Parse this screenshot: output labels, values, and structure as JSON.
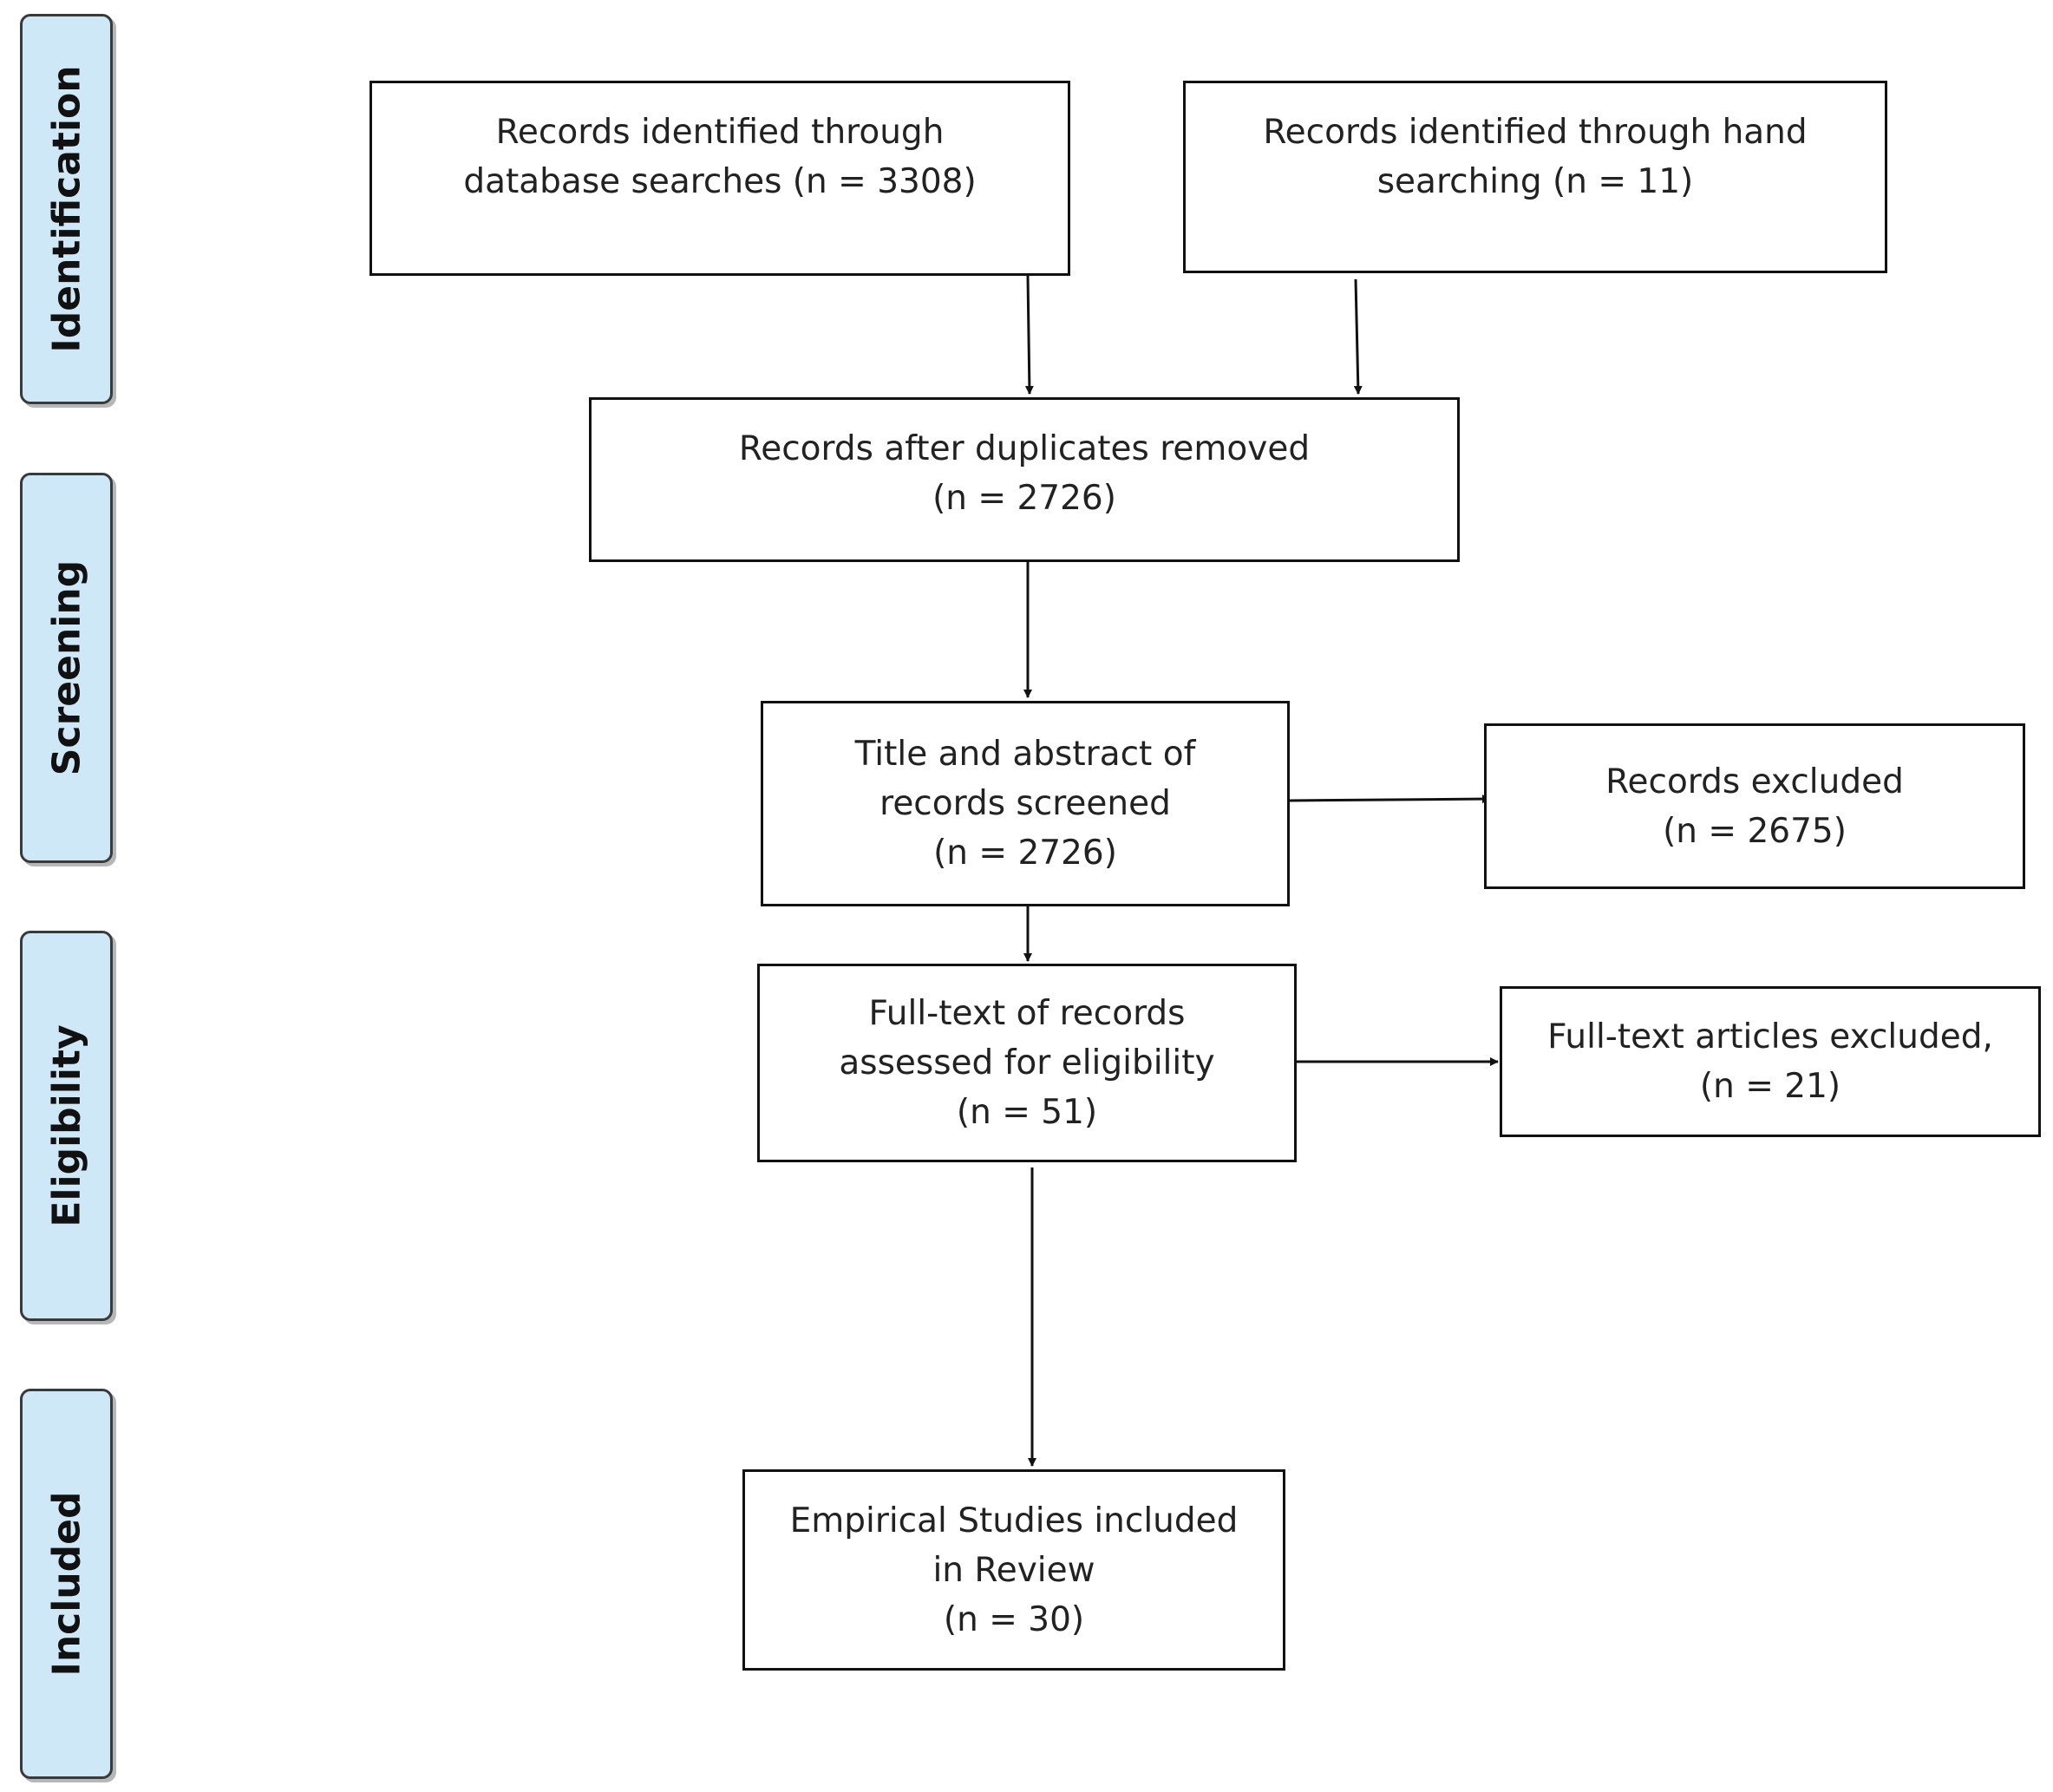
{
  "stages": {
    "identification": "Identification",
    "screening": "Screening",
    "eligibility": "Eligibility",
    "included": "Included"
  },
  "boxes": {
    "database_search": {
      "line1": "Records identified through",
      "line2": "database searches (n = 3308)"
    },
    "hand_search": {
      "line1": "Records identified through hand",
      "line2": "searching (n = 11)"
    },
    "duplicates_removed": {
      "line1": "Records after duplicates removed",
      "line2": "(n = 2726)"
    },
    "screened": {
      "line1": "Title and abstract of",
      "line2": "records screened",
      "line3": "(n = 2726)"
    },
    "excluded": {
      "line1": "Records excluded",
      "line2": "(n = 2675)"
    },
    "full_text": {
      "line1": "Full-text of records",
      "line2": "assessed for eligibility",
      "line3": "(n = 51)"
    },
    "full_text_excluded": {
      "line1": "Full-text articles excluded,",
      "line2": "(n = 21)"
    },
    "included_studies": {
      "line1": "Empirical Studies included",
      "line2": "in Review",
      "line3": "(n = 30)"
    }
  },
  "colors": {
    "stage_fill": "#cfe8f8",
    "stage_border": "#3a3a3a",
    "box_border": "#111111",
    "text": "#222222"
  }
}
